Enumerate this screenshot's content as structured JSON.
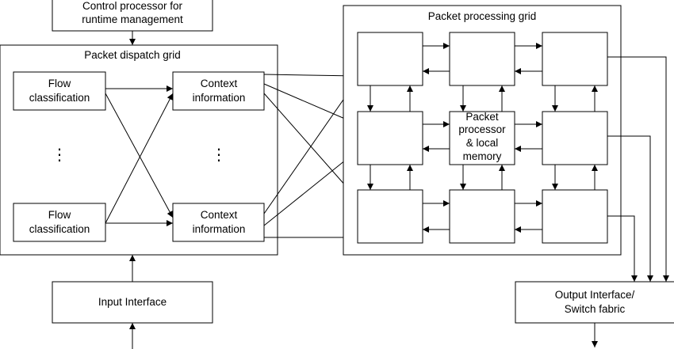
{
  "control_processor": {
    "line1": "Control processor for",
    "line2": "runtime management"
  },
  "dispatch_grid": {
    "title": "Packet dispatch grid",
    "flow_label_line1": "Flow",
    "flow_label_line2": "classification",
    "context_label_line1": "Context",
    "context_label_line2": "information",
    "ellipsis": "⋮"
  },
  "processing_grid": {
    "title": "Packet processing grid",
    "center_line1": "Packet",
    "center_line2": "processor",
    "center_line3": "& local",
    "center_line4": "memory"
  },
  "input_interface": {
    "label": "Input Interface"
  },
  "output_interface": {
    "line1": "Output Interface/",
    "line2": "Switch fabric"
  }
}
